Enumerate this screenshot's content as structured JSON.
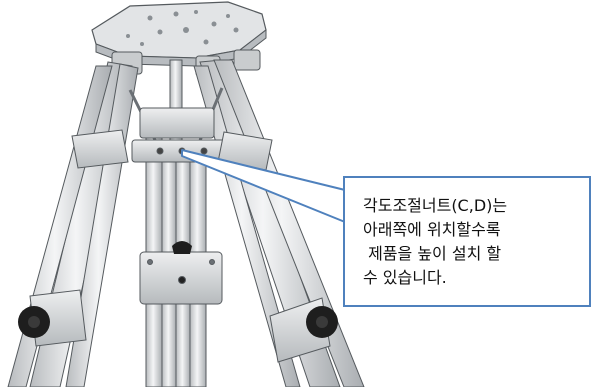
{
  "callout": {
    "lines": [
      "각도조절너트(C,D)는",
      "아래쪽에 위치할수록",
      " 제품을 높이 설치 할",
      "수 있습니다."
    ]
  },
  "colors": {
    "callout_border": "#4f81bd",
    "leader": "#4f81bd",
    "metal": "#d4d6d8",
    "edge": "#555a5e",
    "knob": "#1e1e1e"
  }
}
